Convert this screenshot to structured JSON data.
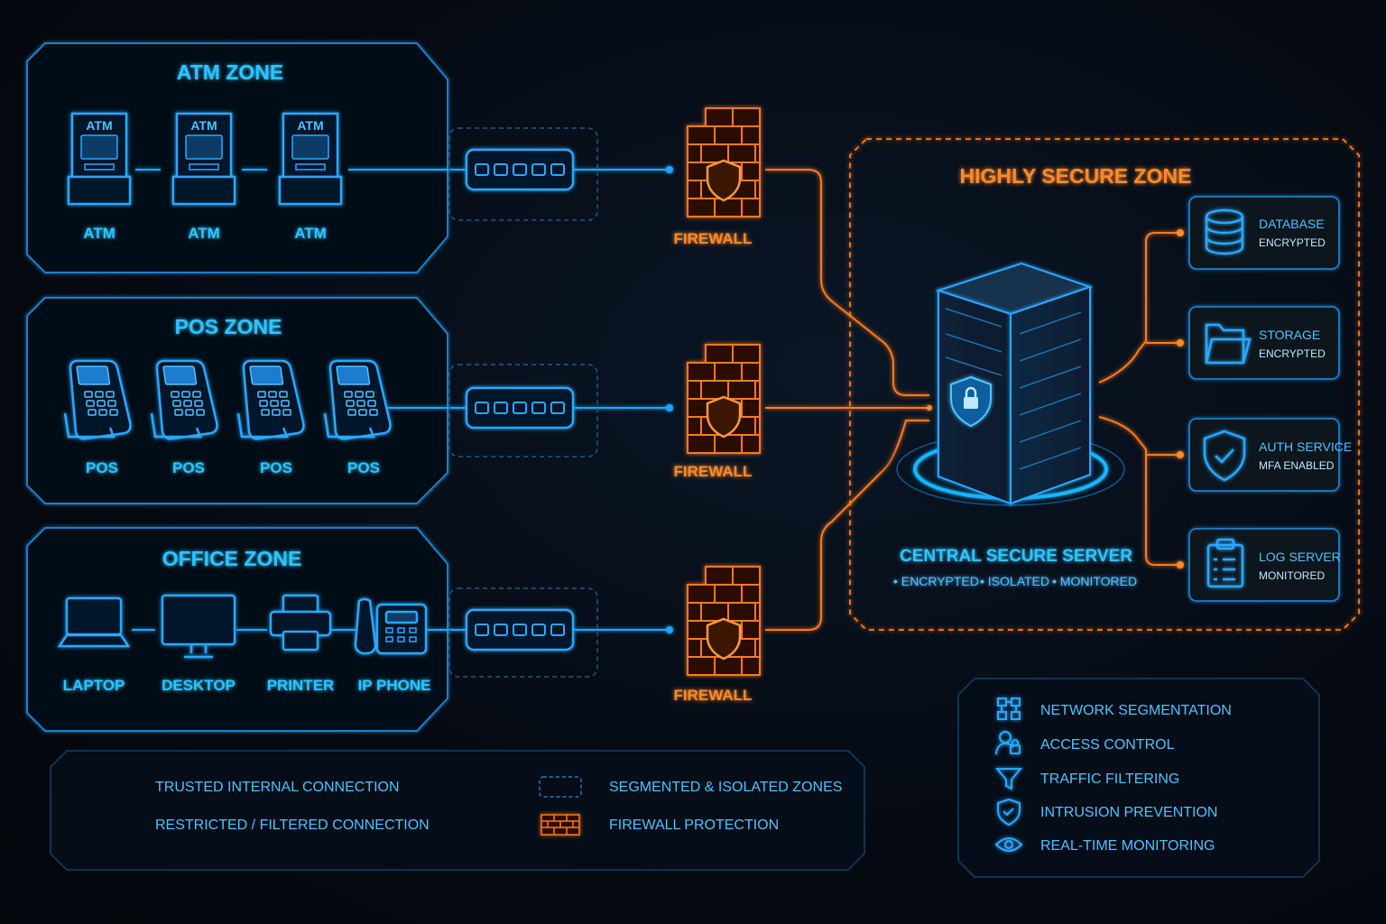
{
  "zones": {
    "atm": {
      "title": "ATM ZONE",
      "devices": [
        "ATM",
        "ATM",
        "ATM"
      ],
      "device_screen_text": "ATM"
    },
    "pos": {
      "title": "POS ZONE",
      "devices": [
        "POS",
        "POS",
        "POS",
        "POS"
      ]
    },
    "office": {
      "title": "OFFICE ZONE",
      "devices": [
        "LAPTOP",
        "DESKTOP",
        "PRINTER",
        "IP PHONE"
      ]
    },
    "secure": {
      "title": "HIGHLY SECURE ZONE"
    }
  },
  "firewalls": [
    "FIREWALL",
    "FIREWALL",
    "FIREWALL"
  ],
  "server": {
    "title": "CENTRAL SECURE SERVER",
    "features": [
      "• ENCRYPTED",
      "• ISOLATED",
      "• MONITORED"
    ]
  },
  "services": [
    {
      "icon": "database-icon",
      "line1": "DATABASE",
      "line2": "ENCRYPTED"
    },
    {
      "icon": "folder-icon",
      "line1": "STORAGE",
      "line2": "ENCRYPTED"
    },
    {
      "icon": "shield-check-icon",
      "line1": "AUTH SERVICE",
      "line2": "MFA ENABLED"
    },
    {
      "icon": "clipboard-icon",
      "line1": "LOG SERVER",
      "line2": "MONITORED"
    }
  ],
  "legend": {
    "trusted": "TRUSTED INTERNAL CONNECTION",
    "restricted": "RESTRICTED / FILTERED CONNECTION",
    "segmented": "SEGMENTED & ISOLATED ZONES",
    "firewall": "FIREWALL PROTECTION"
  },
  "principles": [
    {
      "icon": "network-icon",
      "label": "NETWORK SEGMENTATION"
    },
    {
      "icon": "user-lock-icon",
      "label": "ACCESS CONTROL"
    },
    {
      "icon": "funnel-icon",
      "label": "TRAFFIC FILTERING"
    },
    {
      "icon": "shield-icon",
      "label": "INTRUSION PREVENTION"
    },
    {
      "icon": "eye-icon",
      "label": "REAL-TIME MONITORING"
    }
  ],
  "colors": {
    "background": "#050a12",
    "blue": "#1aa7ff",
    "blue_text": "#4fc3ff",
    "orange": "#ff7a1a",
    "orange_text": "#ff8a2a",
    "panel": "#07111d"
  }
}
